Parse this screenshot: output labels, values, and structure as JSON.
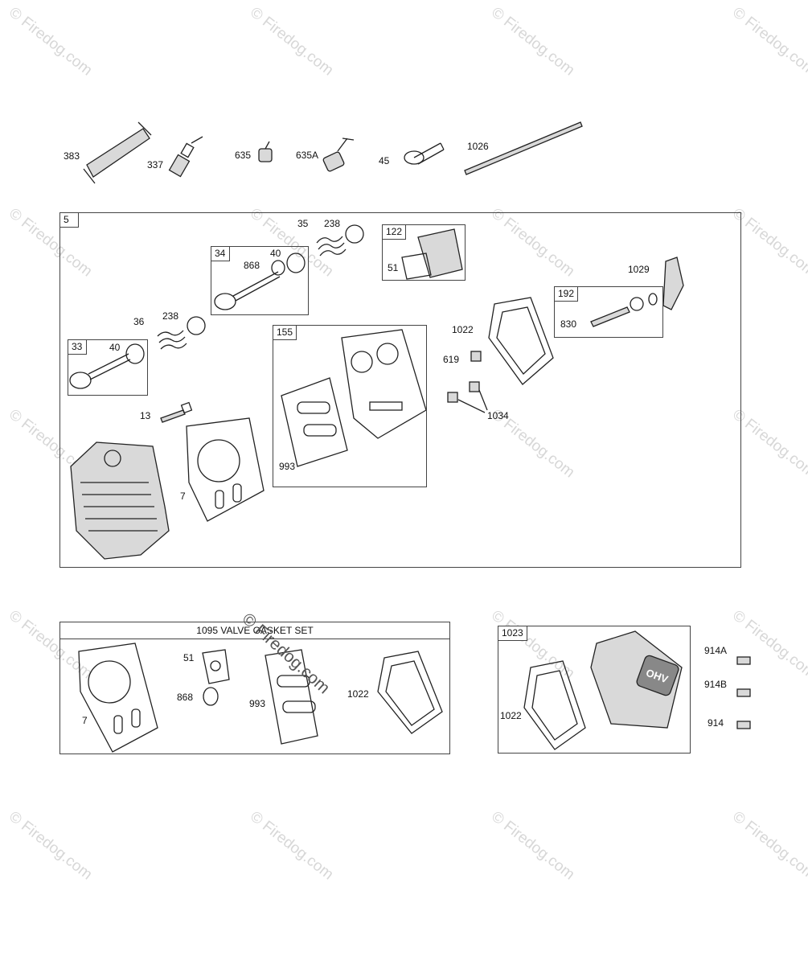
{
  "watermark": "© Firedog.com",
  "loose_parts": {
    "p383": "383",
    "p337": "337",
    "p635": "635",
    "p635a": "635A",
    "p45": "45",
    "p1026": "1026"
  },
  "cylinder_head_box": {
    "tag": "5",
    "p35": "35",
    "p238a": "238",
    "p238b": "238",
    "p36": "36",
    "p13": "13",
    "p7": "7",
    "p1022": "1022",
    "p619": "619",
    "p1034": "1034",
    "p1029": "1029",
    "valve_box_34": {
      "tag": "34",
      "p868": "868",
      "p40": "40"
    },
    "valve_box_33": {
      "tag": "33",
      "p40": "40"
    },
    "box_122": {
      "tag": "122",
      "p51": "51"
    },
    "box_155": {
      "tag": "155",
      "p993": "993"
    },
    "box_192": {
      "tag": "192",
      "p830": "830"
    }
  },
  "gasket_set": {
    "title": "1095 VALVE GASKET SET",
    "p7": "7",
    "p51": "51",
    "p868": "868",
    "p993": "993",
    "p1022": "1022"
  },
  "cover_box": {
    "tag": "1023",
    "p1022": "1022",
    "p914a": "914A",
    "p914b": "914B",
    "p914": "914",
    "emblem": "OHV"
  }
}
